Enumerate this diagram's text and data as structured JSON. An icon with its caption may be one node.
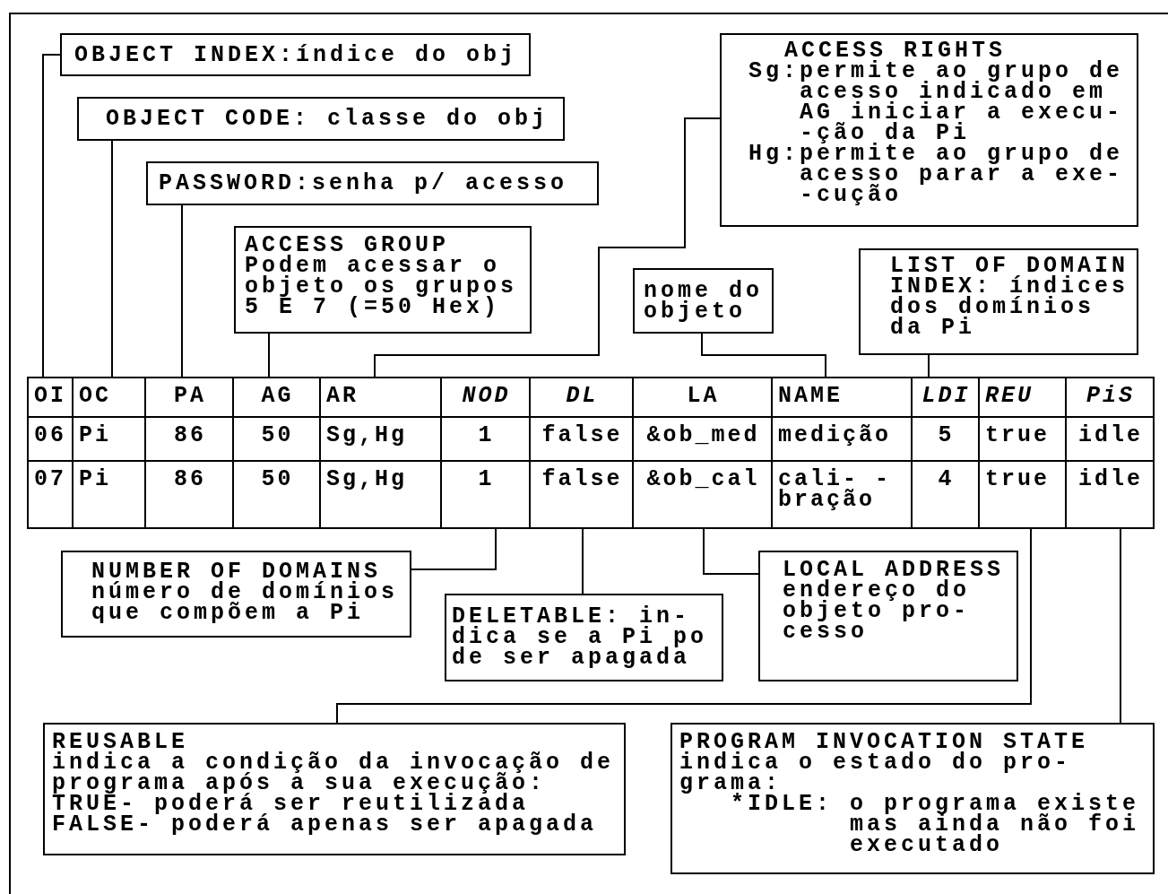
{
  "diagram": {
    "nodes": [
      {
        "text": [
          "OBJECT INDEX:índice do obj"
        ]
      },
      {
        "text": [
          "ACCESS RIGHTS",
          "Sg:permite ao grupo de acesso indicado em AG iniciar a execu- -ção da Pi",
          "Hg:permite ao grupo de acesso parar a exe- -cução"
        ]
      },
      {
        "text": [
          "OBJECT CODE: classe do obj"
        ]
      },
      {
        "text": [
          "PASSWORD:senha p/ acesso"
        ]
      },
      {
        "text": [
          "ACCESS GROUP",
          "Podem acessar o objeto os grupos 5 E 7 (=50 Hex)"
        ]
      },
      {
        "text": [
          "nome do objeto"
        ]
      },
      {
        "text": [
          "LIST OF DOMAIN INDEX: índices dos domínios da Pi"
        ]
      },
      {
        "text": [
          "OI",
          "06",
          "07"
        ]
      },
      {
        "text": [
          "OC",
          "Pi",
          "Pi"
        ]
      },
      {
        "text": [
          "PA",
          "86",
          "86"
        ]
      },
      {
        "text": [
          "AG",
          "50",
          "50"
        ]
      },
      {
        "text": [
          "AR",
          "Sg,Hg",
          "Sg,Hg"
        ]
      },
      {
        "text": [
          "*NOD*",
          "1",
          "1"
        ]
      },
      {
        "text": [
          "*DL*",
          "false",
          "false"
        ]
      },
      {
        "text": [
          "LA",
          "&ob_med",
          "&ob_cal"
        ]
      },
      {
        "text": [
          "NAME",
          "medição",
          "cali- -bração"
        ]
      },
      {
        "text": [
          "*LDI*",
          "5",
          "4"
        ]
      },
      {
        "text": [
          "*REU*",
          "true",
          "true"
        ]
      },
      {
        "text": [
          "*PiS*",
          "idle",
          "idle"
        ]
      },
      {
        "text": [
          "NUMBER OF DOMAINS",
          "número de domínios que compõem a Pi"
        ]
      },
      {
        "text": [
          "DELETABLE: in- dica se a Pi po de ser apagada"
        ]
      },
      {
        "text": [
          "LOCAL ADDRESS",
          "endereço do objeto pro- cesso"
        ]
      },
      {
        "text": [
          "REUSABLE",
          "indica a condição da invocação de programa após a sua execução:",
          "TRUE- poderá ser reutilizada",
          "FALSE- poderá apenas ser apagada"
        ]
      },
      {
        "text": [
          "PROGRAM INVOCATION STATE",
          "indica o estado do pro- grama:",
          "*IDLE: o programa existe mas ainda não foi executado"
        ]
      }
    ],
    "edges": [
      {
        "from": 0,
        "to": 7,
        "arrow": "none"
      },
      {
        "from": 2,
        "to": 8,
        "arrow": "none"
      },
      {
        "from": 3,
        "to": 9,
        "arrow": "none"
      },
      {
        "from": 4,
        "to": 10,
        "arrow": "none"
      },
      {
        "from": 1,
        "to": 11,
        "arrow": "none"
      },
      {
        "from": 5,
        "to": 15,
        "arrow": "none"
      },
      {
        "from": 6,
        "to": 16,
        "arrow": "none"
      },
      {
        "from": 19,
        "to": 12,
        "arrow": "none"
      },
      {
        "from": 20,
        "to": 13,
        "arrow": "none"
      },
      {
        "from": 21,
        "to": 14,
        "arrow": "none"
      },
      {
        "from": 22,
        "to": 17,
        "arrow": "none"
      },
      {
        "from": 23,
        "to": 18,
        "arrow": "none"
      }
    ]
  }
}
